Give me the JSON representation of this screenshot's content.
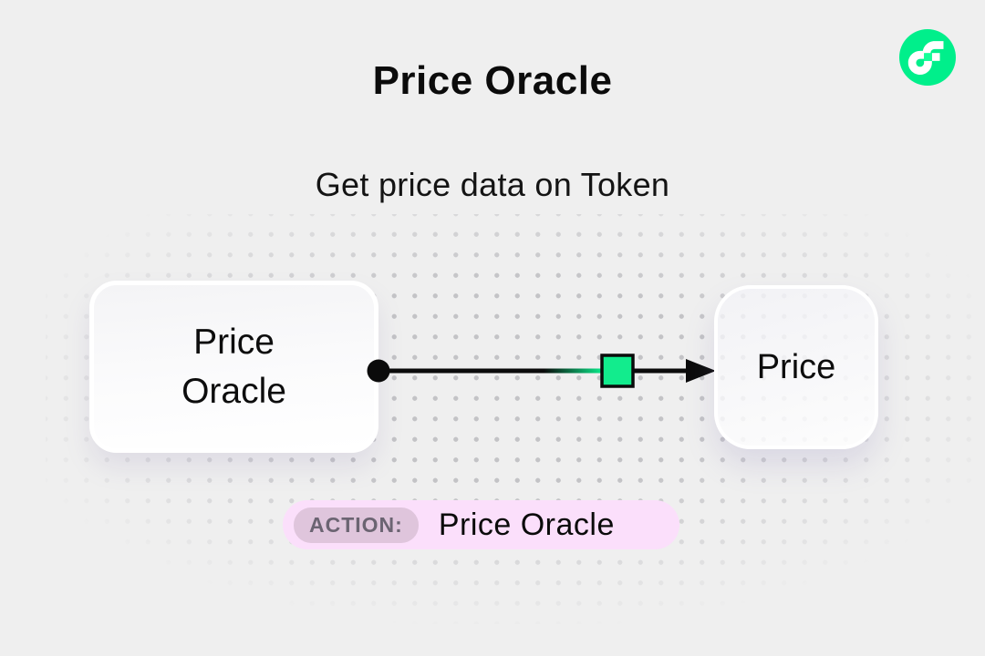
{
  "page": {
    "title": "Price Oracle",
    "subtitle": "Get price data on Token"
  },
  "logo": {
    "name": "flow-logo",
    "bg_color": "#00EF8B",
    "glyph_color": "#FFFFFF",
    "notch_color": "#16FF99"
  },
  "diagram": {
    "source_node": {
      "label": "Price Oracle",
      "lines": [
        "Price",
        "Oracle"
      ]
    },
    "target_node": {
      "label": "Price"
    },
    "connector": {
      "type": "arrow-right",
      "line_color": "#0B0B0B",
      "marker_color": "#12EC8D",
      "marker_glow_color": "#0BE98A"
    }
  },
  "action_badge": {
    "tag_label": "ACTION:",
    "value": "Price Oracle",
    "bg_color": "#FBDFFB",
    "tag_bg_color": "#DFC5DC",
    "tag_text_color": "#6B6472"
  },
  "colors": {
    "background": "#EFEFEF",
    "dot_grid": "#C3C3C6",
    "ink": "#0B0B0B",
    "accent_green": "#00EF8B"
  }
}
